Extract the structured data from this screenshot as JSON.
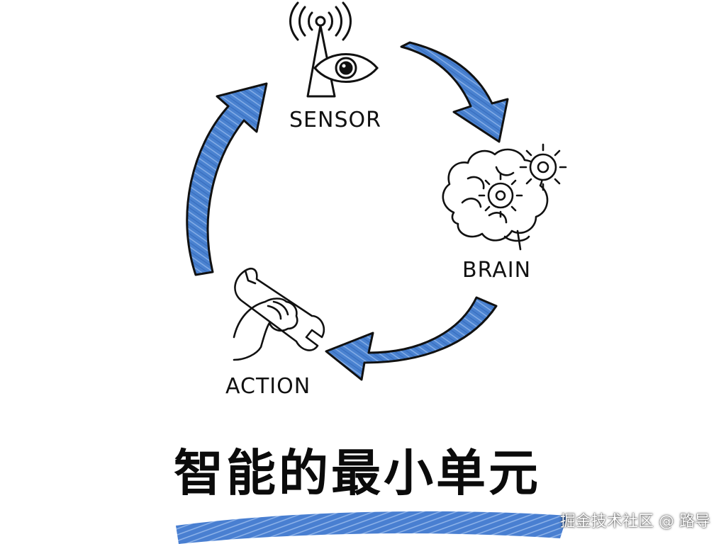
{
  "diagram": {
    "nodes": [
      {
        "id": "sensor",
        "label": "SENSOR",
        "icon": "radar-eye-icon"
      },
      {
        "id": "brain",
        "label": "BRAIN",
        "icon": "brain-gears-icon"
      },
      {
        "id": "action",
        "label": "ACTION",
        "icon": "hand-wrench-icon"
      }
    ],
    "edges": [
      {
        "from": "sensor",
        "to": "brain"
      },
      {
        "from": "brain",
        "to": "action"
      },
      {
        "from": "action",
        "to": "sensor"
      }
    ],
    "title": "智能的最小单元"
  },
  "colors": {
    "arrow_fill": "#4a82d0",
    "ink": "#111111",
    "underline": "#3f78cf"
  },
  "watermark": "掘金技术社区 @ 路导"
}
